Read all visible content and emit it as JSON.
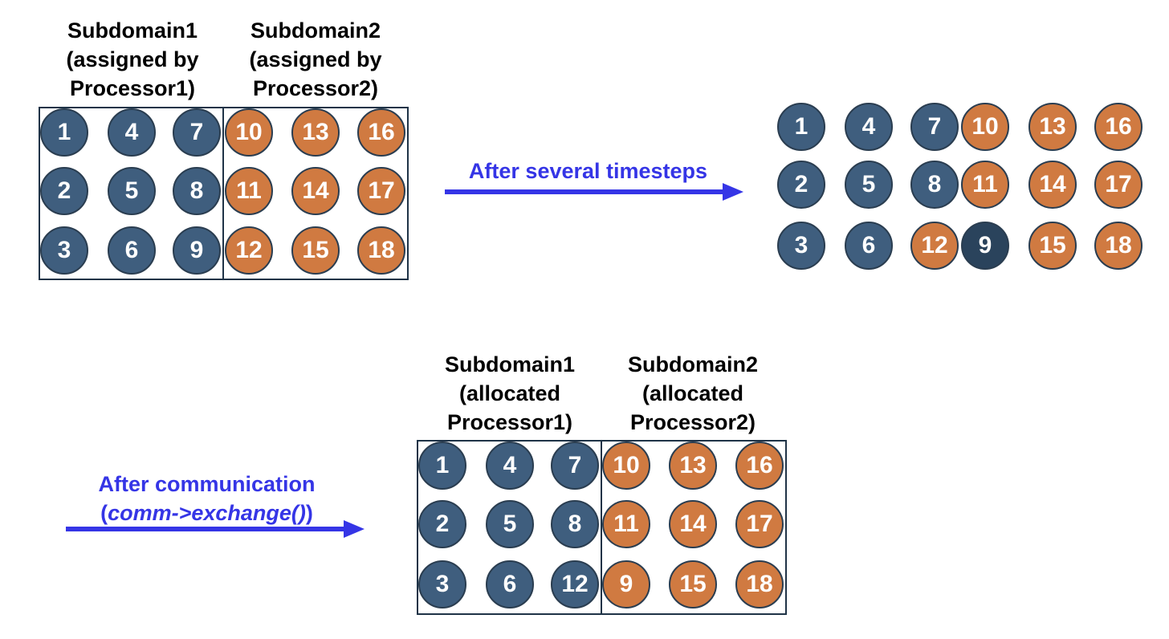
{
  "top_left": {
    "subdomain1": [
      "Subdomain1",
      "(assigned by",
      "Processor1)"
    ],
    "subdomain2": [
      "Subdomain2",
      "(assigned by",
      "Processor2)"
    ],
    "grid": [
      [
        {
          "n": "1",
          "c": "blue"
        },
        {
          "n": "4",
          "c": "blue"
        },
        {
          "n": "7",
          "c": "blue"
        },
        {
          "n": "10",
          "c": "orange"
        },
        {
          "n": "13",
          "c": "orange"
        },
        {
          "n": "16",
          "c": "orange"
        }
      ],
      [
        {
          "n": "2",
          "c": "blue"
        },
        {
          "n": "5",
          "c": "blue"
        },
        {
          "n": "8",
          "c": "blue"
        },
        {
          "n": "11",
          "c": "orange"
        },
        {
          "n": "14",
          "c": "orange"
        },
        {
          "n": "17",
          "c": "orange"
        }
      ],
      [
        {
          "n": "3",
          "c": "blue"
        },
        {
          "n": "6",
          "c": "blue"
        },
        {
          "n": "9",
          "c": "blue"
        },
        {
          "n": "12",
          "c": "orange"
        },
        {
          "n": "15",
          "c": "orange"
        },
        {
          "n": "18",
          "c": "orange"
        }
      ]
    ]
  },
  "arrow1": {
    "label": "After several timesteps",
    "color": "#3535e6"
  },
  "top_right": {
    "grid": [
      [
        {
          "n": "1",
          "c": "blue"
        },
        {
          "n": "4",
          "c": "blue"
        },
        {
          "n": "7",
          "c": "blue"
        },
        {
          "n": "10",
          "c": "orange"
        },
        {
          "n": "13",
          "c": "orange"
        },
        {
          "n": "16",
          "c": "orange"
        }
      ],
      [
        {
          "n": "2",
          "c": "blue"
        },
        {
          "n": "5",
          "c": "blue"
        },
        {
          "n": "8",
          "c": "blue"
        },
        {
          "n": "11",
          "c": "orange"
        },
        {
          "n": "14",
          "c": "orange"
        },
        {
          "n": "17",
          "c": "orange"
        }
      ],
      [
        {
          "n": "3",
          "c": "blue"
        },
        {
          "n": "6",
          "c": "blue"
        },
        {
          "n": "12",
          "c": "orange"
        },
        {
          "n": "9",
          "c": "dark"
        },
        {
          "n": "15",
          "c": "orange"
        },
        {
          "n": "18",
          "c": "orange"
        }
      ]
    ]
  },
  "arrow2": {
    "line1": "After communication",
    "line2_open": "(",
    "line2_code": "comm->exchange()",
    "line2_close": ")",
    "color": "#3535e6"
  },
  "bottom": {
    "subdomain1": [
      "Subdomain1",
      "(allocated",
      "Processor1)"
    ],
    "subdomain2": [
      "Subdomain2",
      "(allocated",
      "Processor2)"
    ],
    "grid": [
      [
        {
          "n": "1",
          "c": "blue"
        },
        {
          "n": "4",
          "c": "blue"
        },
        {
          "n": "7",
          "c": "blue"
        },
        {
          "n": "10",
          "c": "orange"
        },
        {
          "n": "13",
          "c": "orange"
        },
        {
          "n": "16",
          "c": "orange"
        }
      ],
      [
        {
          "n": "2",
          "c": "blue"
        },
        {
          "n": "5",
          "c": "blue"
        },
        {
          "n": "8",
          "c": "blue"
        },
        {
          "n": "11",
          "c": "orange"
        },
        {
          "n": "14",
          "c": "orange"
        },
        {
          "n": "17",
          "c": "orange"
        }
      ],
      [
        {
          "n": "3",
          "c": "blue"
        },
        {
          "n": "6",
          "c": "blue"
        },
        {
          "n": "12",
          "c": "blue"
        },
        {
          "n": "9",
          "c": "orange"
        },
        {
          "n": "15",
          "c": "orange"
        },
        {
          "n": "18",
          "c": "orange"
        }
      ]
    ]
  },
  "colors": {
    "blue": "#3f5e7e",
    "orange": "#d07a41",
    "dark": "#2a435c",
    "border": "#1f3347"
  }
}
